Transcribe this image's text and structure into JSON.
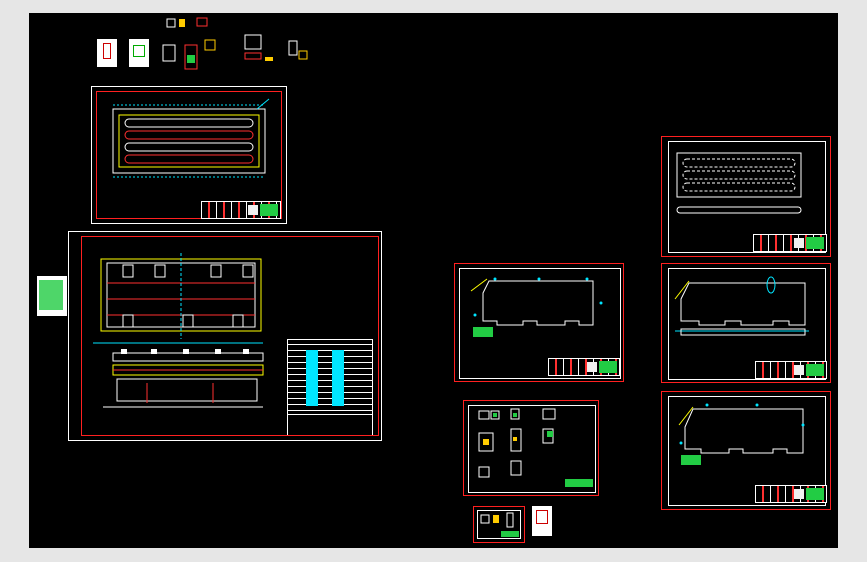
{
  "drawing": {
    "annotations": {
      "main_callout": "",
      "side_callout": ""
    },
    "colors": {
      "background": "#000000",
      "frame": "#ff2020",
      "outline": "#ffffff",
      "dimension": "#00e5ff",
      "highlight": "#22cc44",
      "hatch": "#ffff00"
    },
    "sheets": [
      "plan-top",
      "assembly-main",
      "plan-right-1",
      "section-mid",
      "plan-right-2",
      "details",
      "plan-right-3"
    ]
  }
}
